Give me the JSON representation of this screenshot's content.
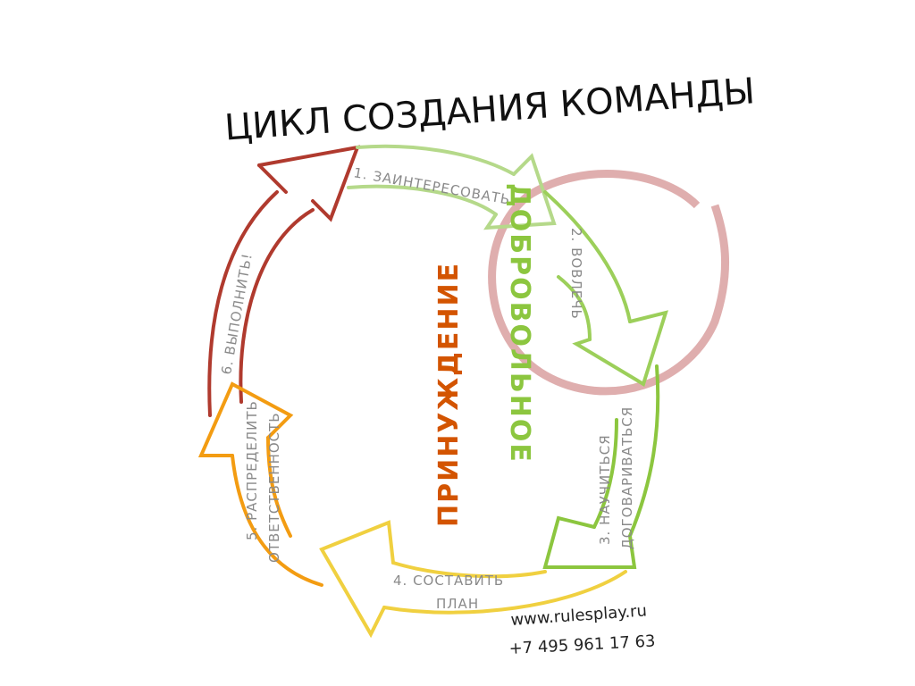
{
  "title": "ЦИКЛ СОЗДАНИЯ КОМАНДЫ",
  "steps": [
    {
      "label": "1. ЗАИНТЕРЕСОВАТЬ",
      "color": "#b5d98a"
    },
    {
      "label": "2. ВОВЛЕЧЬ",
      "color": "#9ccf5a"
    },
    {
      "label": "3. НАУЧИТЬСЯ",
      "label2": "ДОГОВАРИВАТЬСЯ",
      "color": "#8cc63f"
    },
    {
      "label": "4. СОСТАВИТЬ",
      "label2": "ПЛАН",
      "color": "#f0d040"
    },
    {
      "label": "5. РАСПРЕДЕЛИТЬ",
      "label2": "ОТВЕТСТВЕННОСТЬ",
      "color": "#f39c12"
    },
    {
      "label": "6. ВЫПОЛНИТЬ!",
      "color": "#b03a2e"
    }
  ],
  "zones": {
    "voluntary": {
      "label": "ДОБРОВОЛЬНОЕ",
      "color": "#8cc63f"
    },
    "coercion": {
      "label": "ПРИНУЖДЕНИЕ",
      "color": "#d35400"
    }
  },
  "highlight_color": "#d9a0a0",
  "contact": {
    "site": "www.rulesplay.ru",
    "phone": "+7 495 961 17 63"
  }
}
